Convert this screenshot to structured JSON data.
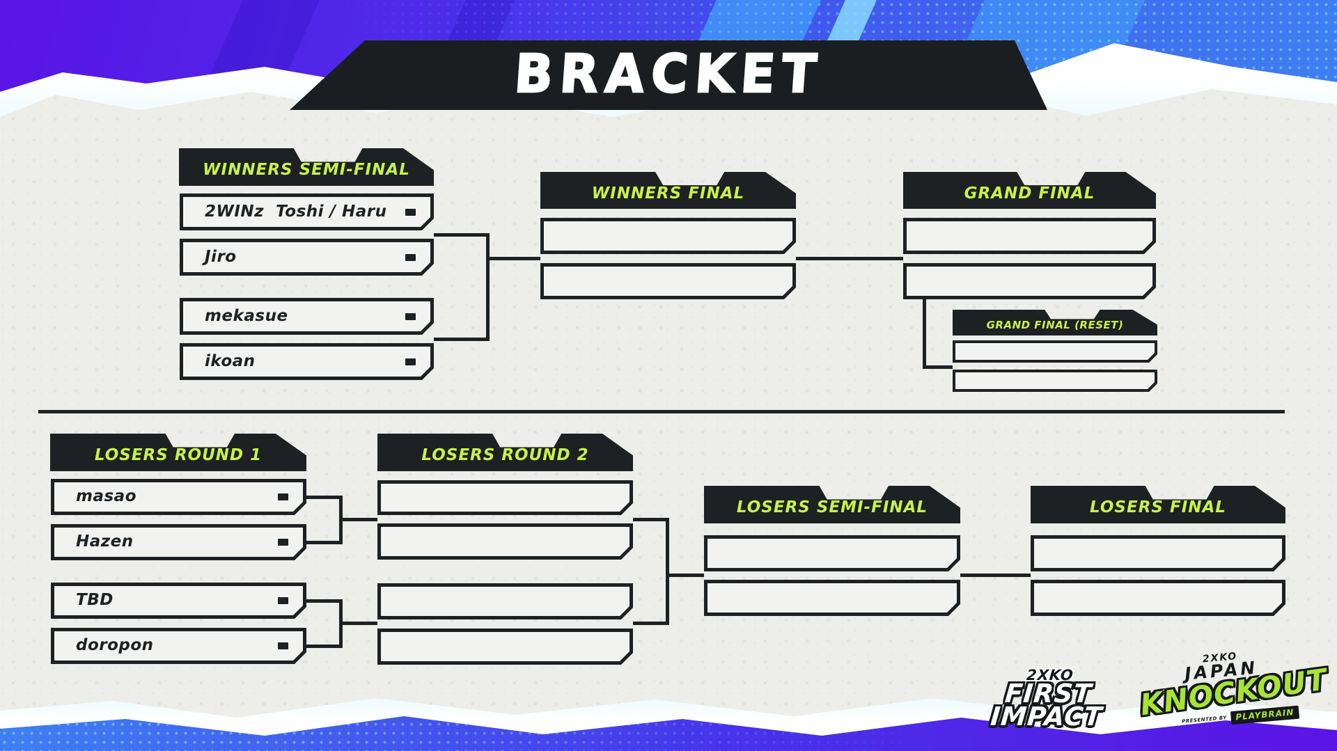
{
  "page": {
    "title": "BRACKET"
  },
  "colors": {
    "accent_green": "#c9f14b",
    "panel_black": "#1d2123",
    "background": "#edeeea",
    "slot_fill": "#f2f3f0",
    "purple": "#5a14e4",
    "blue": "#3f80f2",
    "cyan": "#7de0fa"
  },
  "rounds": {
    "winners_semi_final": {
      "label": "WINNERS SEMI-FINAL",
      "slots": [
        "2WINz  Toshi / Haru",
        "Jiro",
        "mekasue",
        "ikoan"
      ]
    },
    "winners_final": {
      "label": "WINNERS FINAL",
      "slots": [
        "",
        ""
      ]
    },
    "grand_final": {
      "label": "GRAND FINAL",
      "slots": [
        "",
        ""
      ]
    },
    "grand_final_reset": {
      "label": "GRAND FINAL (RESET)",
      "slots": [
        "",
        ""
      ]
    },
    "losers_round_1": {
      "label": "LOSERS ROUND 1",
      "slots": [
        "masao",
        "Hazen",
        "TBD",
        "doropon"
      ]
    },
    "losers_round_2": {
      "label": "LOSERS ROUND 2",
      "slots": [
        "",
        "",
        "",
        ""
      ]
    },
    "losers_semi_final": {
      "label": "LOSERS SEMI-FINAL",
      "slots": [
        "",
        ""
      ]
    },
    "losers_final": {
      "label": "LOSERS FINAL",
      "slots": [
        "",
        ""
      ]
    }
  },
  "logos": {
    "first_impact": {
      "brand": "2XKO",
      "line1": "FIRST",
      "line2": "IMPACT"
    },
    "japan_knockout": {
      "brand": "2XKO",
      "line1": "JAPAN",
      "line2": "KNOCKOUT",
      "presented_by": "PRESENTED BY",
      "sponsor": "PLAYBRAIN"
    }
  }
}
